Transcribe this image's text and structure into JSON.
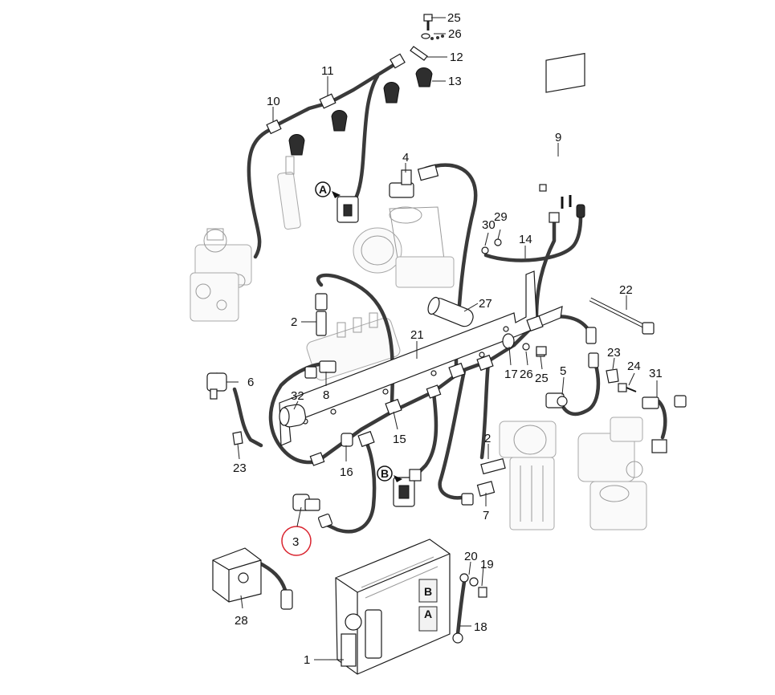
{
  "highlight_color": "#d9232e",
  "callouts": {
    "c1": "1",
    "c2a": "2",
    "c2b": "2",
    "c3": "3",
    "c4": "4",
    "c5": "5",
    "c6": "6",
    "c7": "7",
    "c8": "8",
    "c9": "9",
    "c10": "10",
    "c11": "11",
    "c12": "12",
    "c13": "13",
    "c14": "14",
    "c15": "15",
    "c16": "16",
    "c17": "17",
    "c18": "18",
    "c19": "19",
    "c20": "20",
    "c21": "21",
    "c22": "22",
    "c23a": "23",
    "c23b": "23",
    "c24": "24",
    "c25a": "25",
    "c25b": "25",
    "c26a": "26",
    "c26b": "26",
    "c27": "27",
    "c28": "28",
    "c29": "29",
    "c30": "30",
    "c31": "31",
    "c32": "32"
  },
  "connector_marks": {
    "a_top": "A",
    "b_mid": "B",
    "ecu_a": "A",
    "ecu_b": "B"
  }
}
